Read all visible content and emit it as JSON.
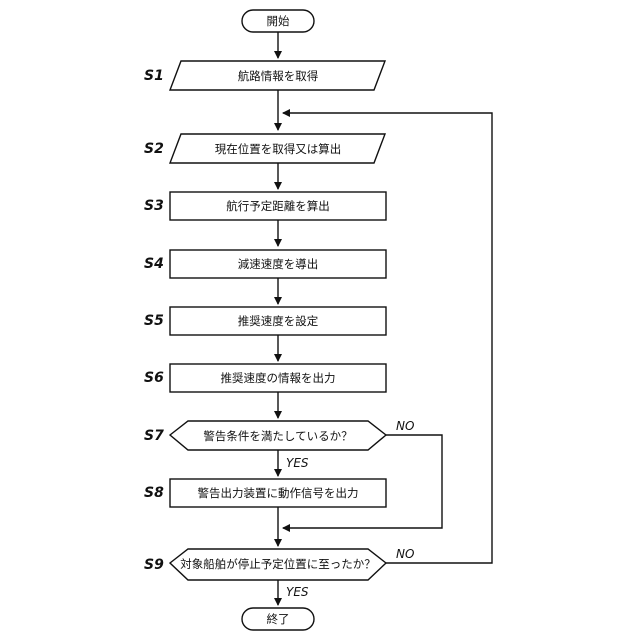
{
  "start": "開始",
  "end": "終了",
  "steps": [
    {
      "id": "S1",
      "text": "航路情報を取得"
    },
    {
      "id": "S2",
      "text": "現在位置を取得又は算出"
    },
    {
      "id": "S3",
      "text": "航行予定距離を算出"
    },
    {
      "id": "S4",
      "text": "減速速度を導出"
    },
    {
      "id": "S5",
      "text": "推奨速度を設定"
    },
    {
      "id": "S6",
      "text": "推奨速度の情報を出力"
    },
    {
      "id": "S7",
      "text": "警告条件を満たしているか？"
    },
    {
      "id": "S8",
      "text": "警告出力装置に動作信号を出力"
    },
    {
      "id": "S9",
      "text": "対象船舶が停止予定位置に至ったか？"
    }
  ],
  "branches": {
    "s7_no": "NO",
    "s7_yes": "YES",
    "s9_no": "NO",
    "s9_yes": "YES"
  }
}
